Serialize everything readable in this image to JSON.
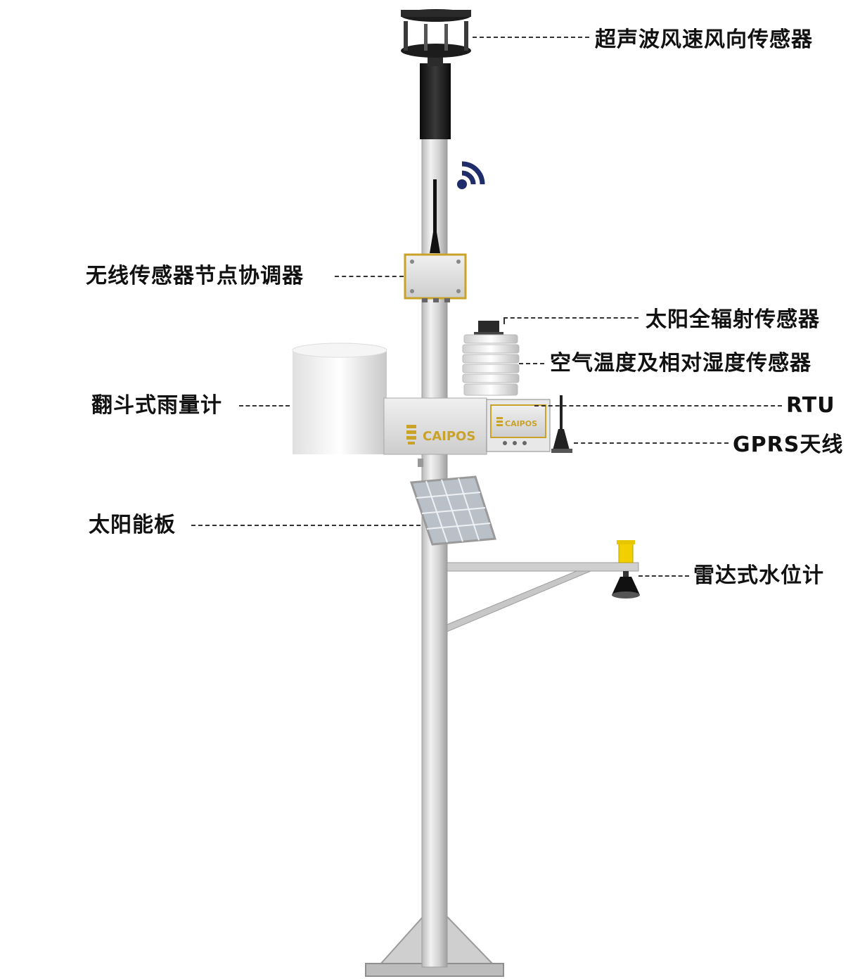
{
  "brand_text": "CAIPOS",
  "colors": {
    "pole": "#d6d6d6",
    "pole_shade": "#a9a9a9",
    "enclosure": "#e3e3e3",
    "brand": "#c9a227",
    "wifi": "#1f2d6b",
    "sensor_dark": "#1c1c1c",
    "solar": "#9aa2ad",
    "radar_yellow": "#f2d000"
  },
  "labels": {
    "wind": "超声波风速风向传感器",
    "coordinator": "无线传感器节点协调器",
    "radiation": "太阳全辐射传感器",
    "temp_humidity": "空气温度及相对湿度传感器",
    "rain": "翻斗式雨量计",
    "rtu": "RTU",
    "gprs": "GPRS天线",
    "solar": "太阳能板",
    "radar": "雷达式水位计"
  }
}
